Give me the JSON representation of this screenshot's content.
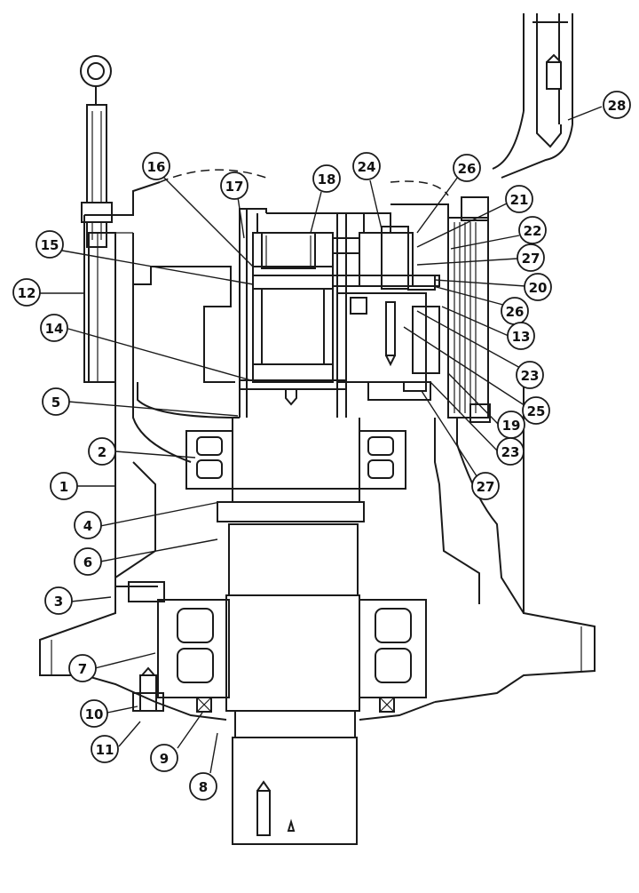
{
  "diagram": {
    "callouts": [
      {
        "id": "c28",
        "label": "28"
      },
      {
        "id": "c16",
        "label": "16"
      },
      {
        "id": "c17",
        "label": "17"
      },
      {
        "id": "c18",
        "label": "18"
      },
      {
        "id": "c24",
        "label": "24"
      },
      {
        "id": "c26a",
        "label": "26"
      },
      {
        "id": "c21",
        "label": "21"
      },
      {
        "id": "c22",
        "label": "22"
      },
      {
        "id": "c15",
        "label": "15"
      },
      {
        "id": "c27a",
        "label": "27"
      },
      {
        "id": "c12",
        "label": "12"
      },
      {
        "id": "c20",
        "label": "20"
      },
      {
        "id": "c26b",
        "label": "26"
      },
      {
        "id": "c13",
        "label": "13"
      },
      {
        "id": "c14",
        "label": "14"
      },
      {
        "id": "c23a",
        "label": "23"
      },
      {
        "id": "c25",
        "label": "25"
      },
      {
        "id": "c5",
        "label": "5"
      },
      {
        "id": "c19",
        "label": "19"
      },
      {
        "id": "c23b",
        "label": "23"
      },
      {
        "id": "c2",
        "label": "2"
      },
      {
        "id": "c27b",
        "label": "27"
      },
      {
        "id": "c1",
        "label": "1"
      },
      {
        "id": "c4",
        "label": "4"
      },
      {
        "id": "c6",
        "label": "6"
      },
      {
        "id": "c3",
        "label": "3"
      },
      {
        "id": "c7",
        "label": "7"
      },
      {
        "id": "c10",
        "label": "10"
      },
      {
        "id": "c11",
        "label": "11"
      },
      {
        "id": "c9",
        "label": "9"
      },
      {
        "id": "c8",
        "label": "8"
      }
    ]
  }
}
